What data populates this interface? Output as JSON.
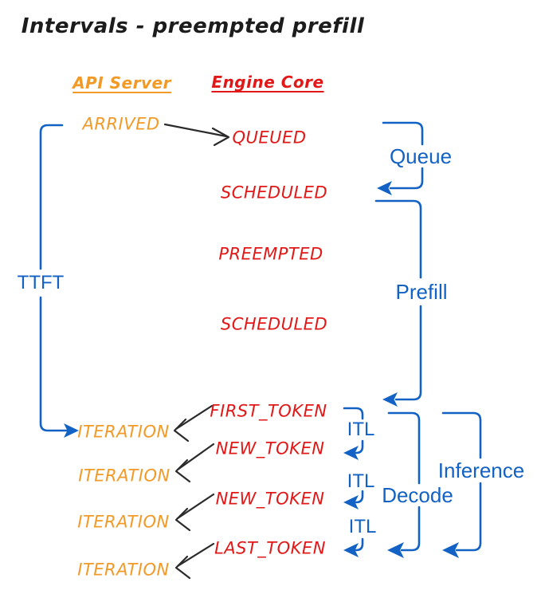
{
  "title": "Intervals - preempted prefill",
  "colors": {
    "orange": "#f29a27",
    "red": "#e21717",
    "blue": "#1262c5",
    "ink": "#2b2b2b"
  },
  "headers": {
    "api_server": "API Server",
    "engine_core": "Engine Core"
  },
  "api_server_events": {
    "arrived": "ARRIVED",
    "iterations": [
      "ITERATION",
      "ITERATION",
      "ITERATION",
      "ITERATION"
    ]
  },
  "engine_core_events": {
    "queued": "QUEUED",
    "scheduled_1": "SCHEDULED",
    "preempted": "PREEMPTED",
    "scheduled_2": "SCHEDULED",
    "first_token": "FIRST_TOKEN",
    "new_token_1": "NEW_TOKEN",
    "new_token_2": "NEW_TOKEN",
    "last_token": "LAST_TOKEN"
  },
  "intervals": {
    "ttft": "TTFT",
    "queue": "Queue",
    "prefill": "Prefill",
    "itl": [
      "ITL",
      "ITL",
      "ITL"
    ],
    "decode": "Decode",
    "inference": "Inference"
  }
}
